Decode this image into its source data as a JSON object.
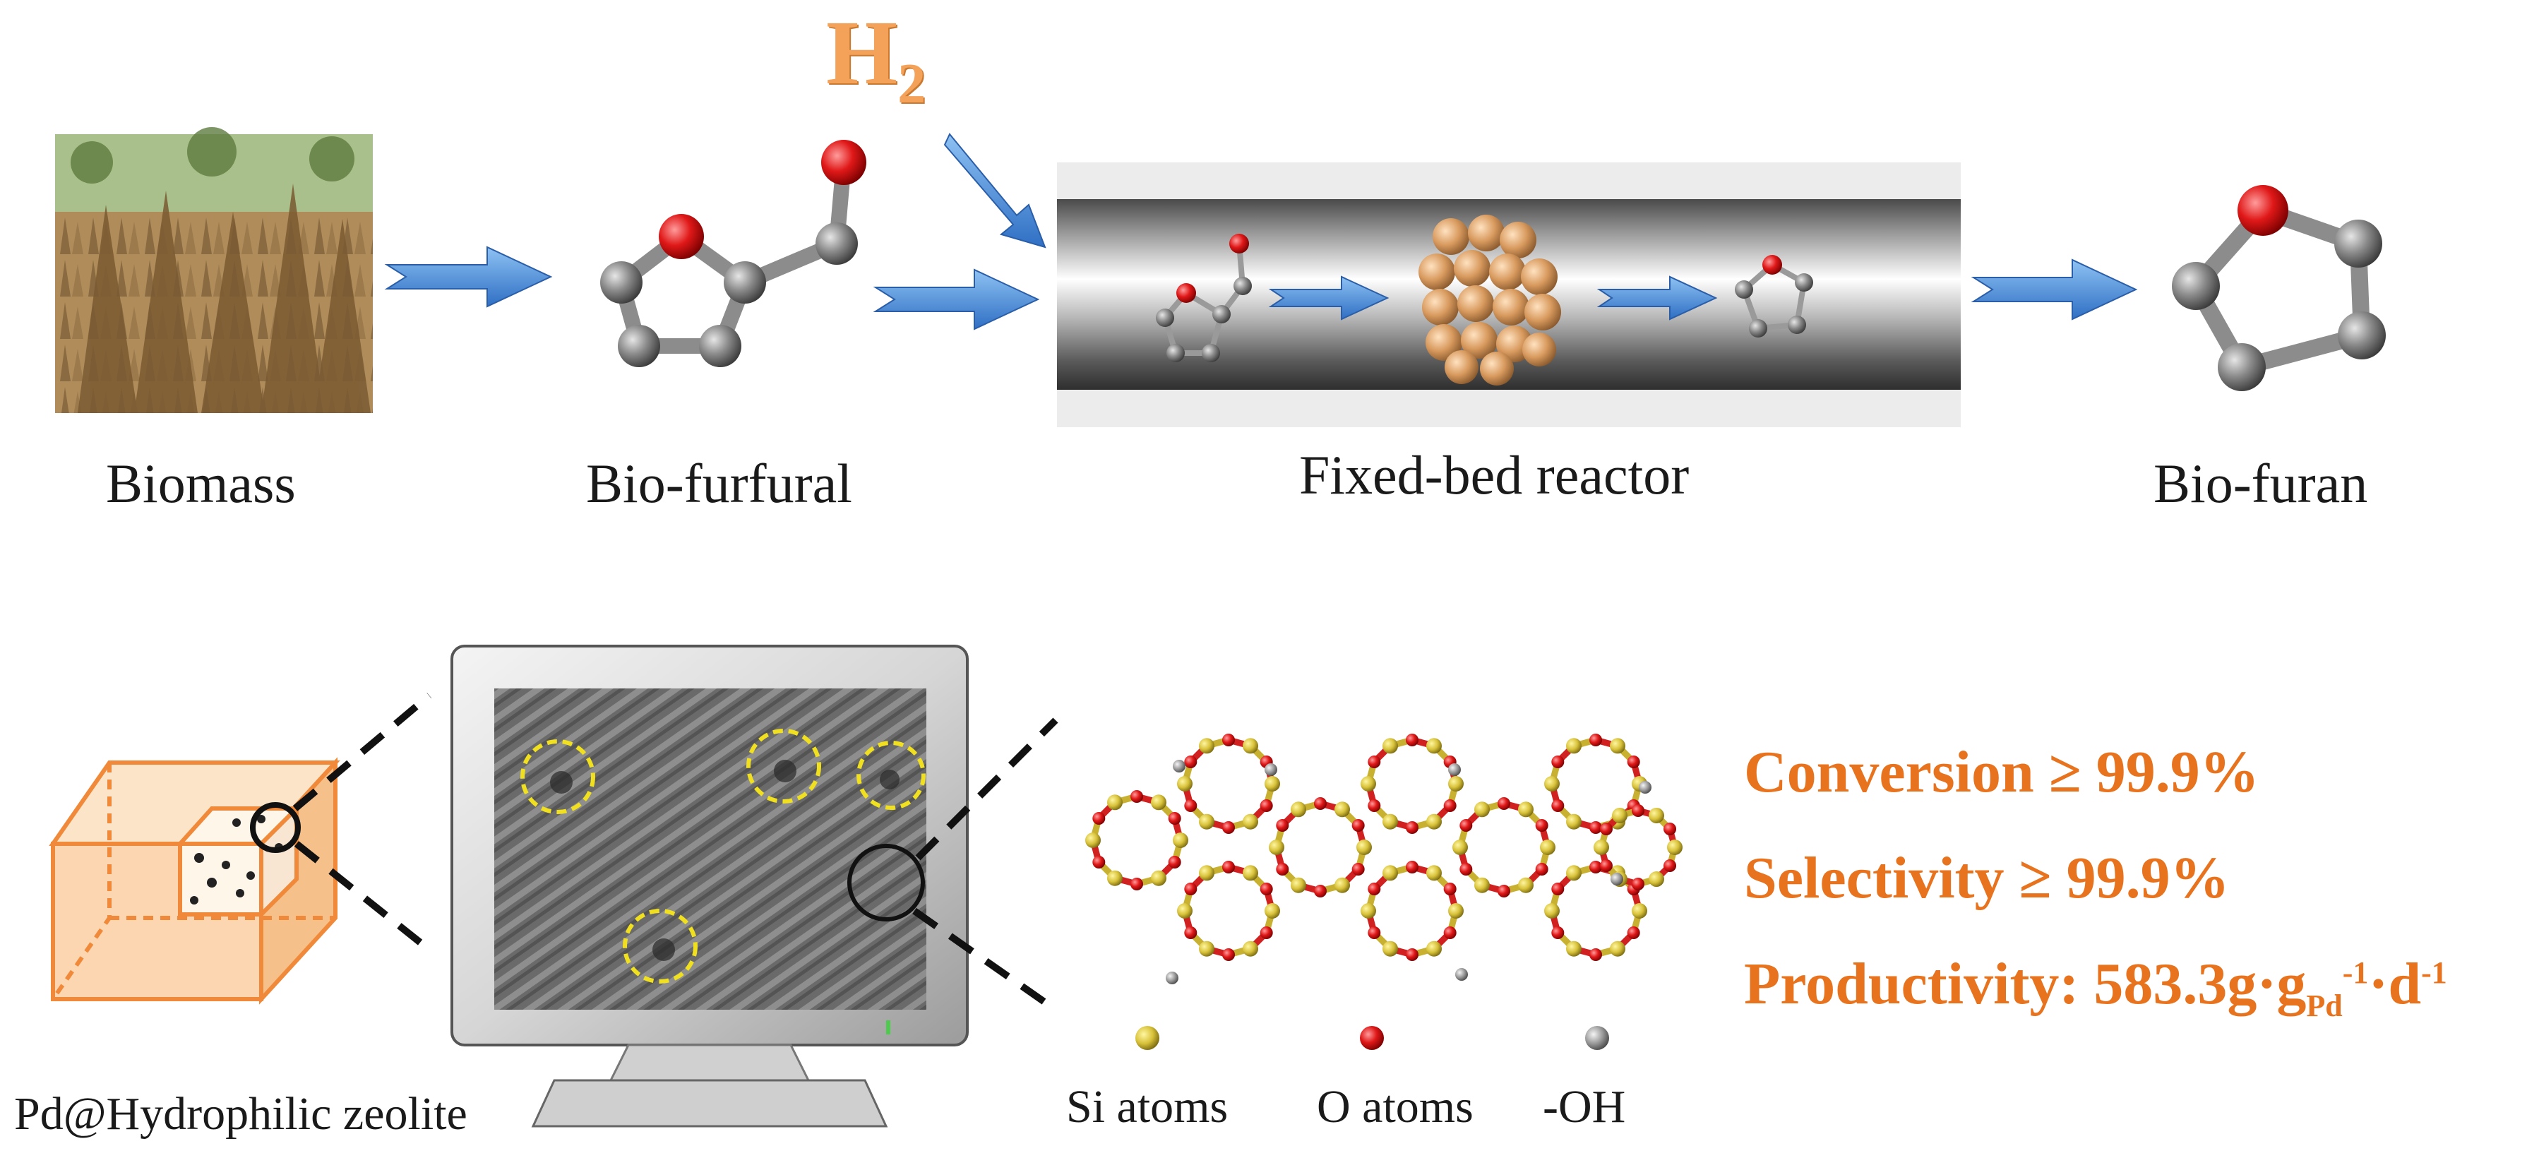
{
  "hydrogen": {
    "symbol": "H",
    "subscript": "2"
  },
  "labels": {
    "biomass": "Biomass",
    "bio_furfural": "Bio-furfural",
    "reactor": "Fixed-bed reactor",
    "bio_furan": "Bio-furan",
    "catalyst": "Pd@Hydrophilic zeolite"
  },
  "legend": {
    "si": "Si atoms",
    "o": "O atoms",
    "oh": "-OH"
  },
  "metrics": {
    "conversion": "Conversion ≥ 99.9%",
    "selectivity": "Selectivity ≥ 99.9%",
    "productivity_prefix": "Productivity: 583.3g·g",
    "productivity_sub": "Pd",
    "productivity_sup1": "-1",
    "productivity_mid": "·d",
    "productivity_sup2": "-1"
  },
  "colors": {
    "arrow": "#3a86d8",
    "metric_text": "#e8731f",
    "zeolite_box": "#f08a3a",
    "pd_particle": "#d8a06a",
    "si_atom": "#d8c23a",
    "o_atom": "#e02020",
    "h_atom": "#9a9a9a",
    "highlight_circle": "#f0e020"
  }
}
